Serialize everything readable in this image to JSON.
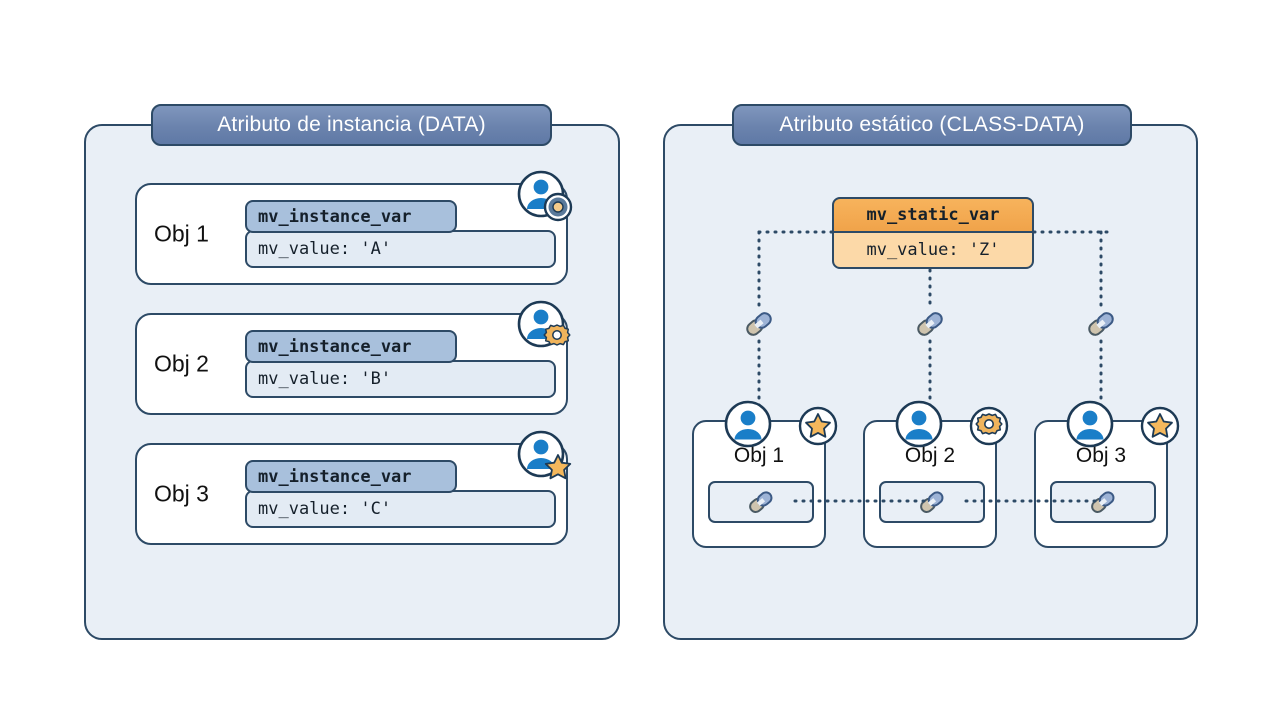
{
  "diagram": {
    "left_panel": {
      "title": "Atributo de instancia (DATA)",
      "rows": [
        {
          "obj_label": "Obj 1",
          "var_name": "mv_instance_var",
          "var_value": "mv_value: 'A'",
          "badge": "person-ring-icon"
        },
        {
          "obj_label": "Obj 2",
          "var_name": "mv_instance_var",
          "var_value": "mv_value: 'B'",
          "badge": "person-gear-icon"
        },
        {
          "obj_label": "Obj 3",
          "var_name": "mv_instance_var",
          "var_value": "mv_value: 'C'",
          "badge": "person-star-icon"
        }
      ]
    },
    "right_panel": {
      "title": "Atributo estático (CLASS-DATA)",
      "static_var": {
        "name": "mv_static_var",
        "value": "mv_value: 'Z'"
      },
      "cards": [
        {
          "label": "Obj 1",
          "person_icon": "person-icon",
          "mark_icon": "star-icon",
          "slot_icon": "link-icon"
        },
        {
          "label": "Obj 2",
          "person_icon": "person-icon",
          "mark_icon": "gear-icon",
          "slot_icon": "link-icon"
        },
        {
          "label": "Obj 3",
          "person_icon": "person-icon",
          "mark_icon": "star-icon",
          "slot_icon": "link-icon"
        }
      ],
      "mid_links": [
        "link-icon",
        "link-icon",
        "link-icon"
      ]
    }
  },
  "colors": {
    "panel_fill": "#e9eff6",
    "panel_stroke": "#2d4a66",
    "title_fill": "#6b83ad",
    "instance_var_fill": "#a8c0dc",
    "instance_value_fill": "#e3ebf4",
    "static_var_fill": "#f0a34a",
    "static_value_fill": "#fcd9a8",
    "person_blue": "#1a7ec8",
    "accent_orange": "#f5b85c"
  }
}
